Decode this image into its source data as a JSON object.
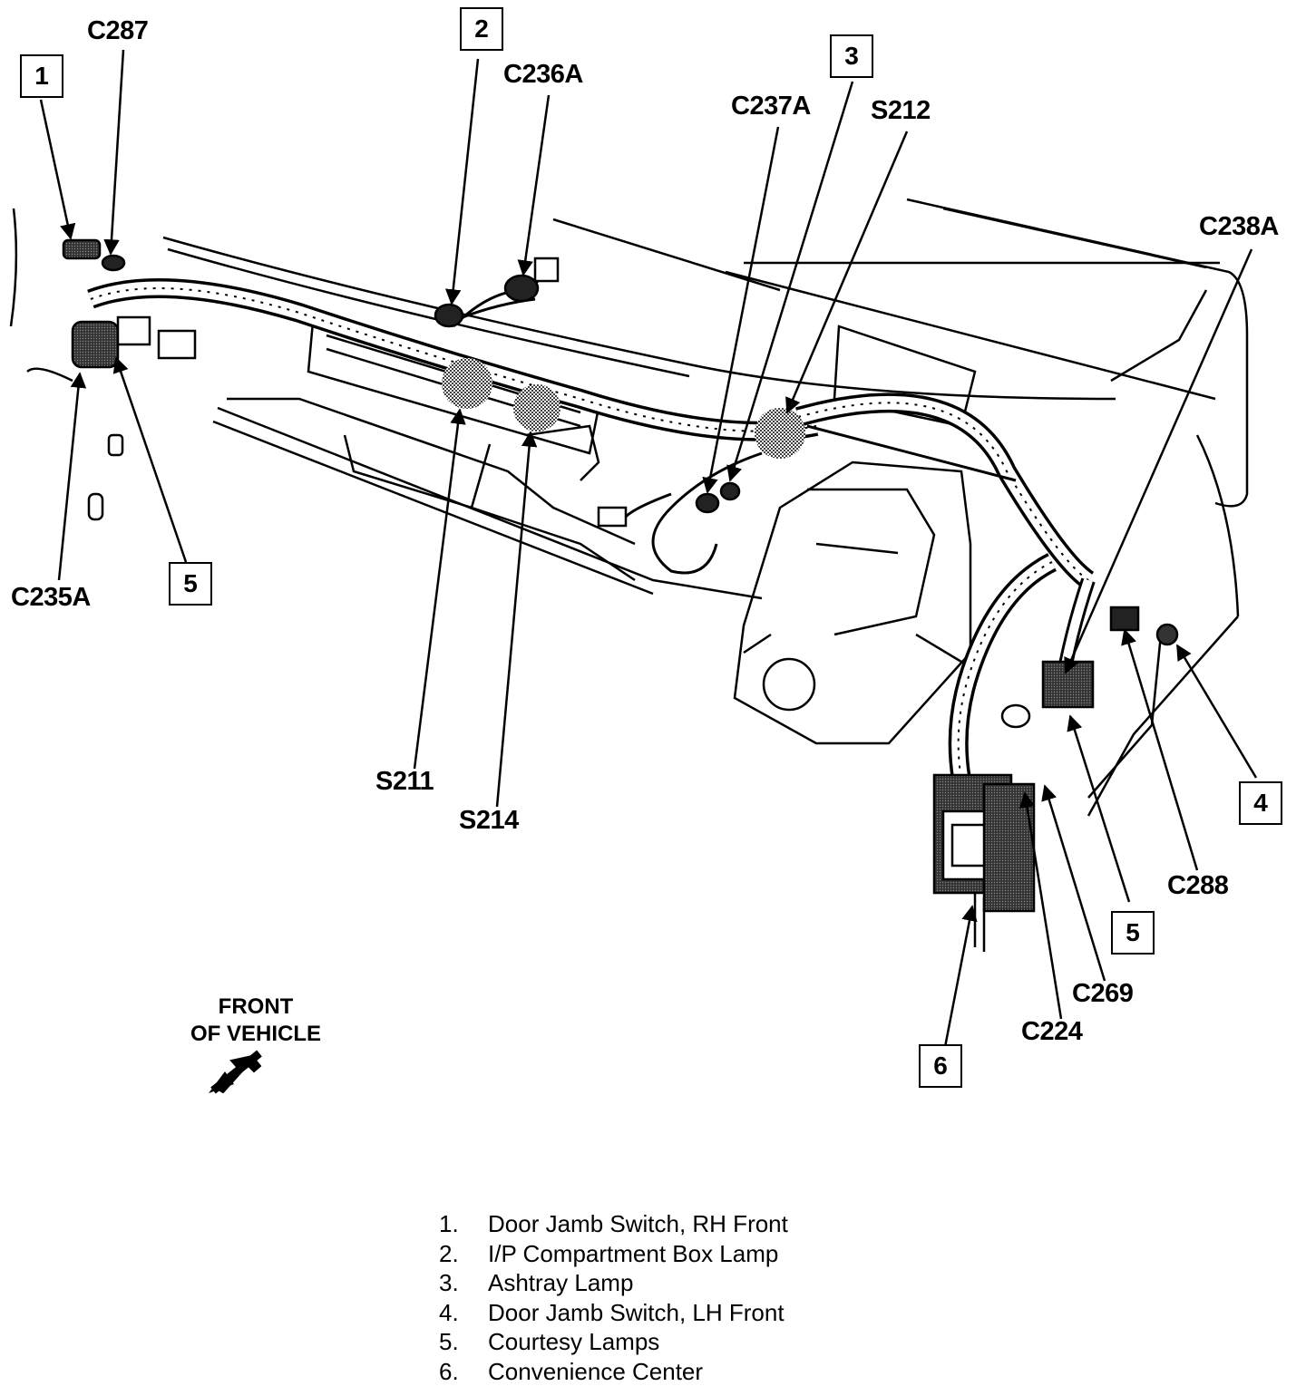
{
  "connector_labels": {
    "c287": "C287",
    "c236a": "C236A",
    "c237a": "C237A",
    "s212": "S212",
    "c238a": "C238A",
    "c235a": "C235A",
    "s211": "S211",
    "s214": "S214",
    "c288": "C288",
    "c269": "C269",
    "c224": "C224"
  },
  "callouts": {
    "one": "1",
    "two": "2",
    "three": "3",
    "four": "4",
    "five_left": "5",
    "five_right": "5",
    "six": "6"
  },
  "orientation": {
    "line1": "FRONT",
    "line2": "OF VEHICLE"
  },
  "legend": [
    {
      "num": "1.",
      "text": "Door Jamb Switch, RH Front"
    },
    {
      "num": "2.",
      "text": "I/P Compartment Box Lamp"
    },
    {
      "num": "3.",
      "text": "Ashtray Lamp"
    },
    {
      "num": "4.",
      "text": "Door Jamb Switch, LH Front"
    },
    {
      "num": "5.",
      "text": "Courtesy Lamps"
    },
    {
      "num": "6.",
      "text": "Convenience Center"
    }
  ]
}
